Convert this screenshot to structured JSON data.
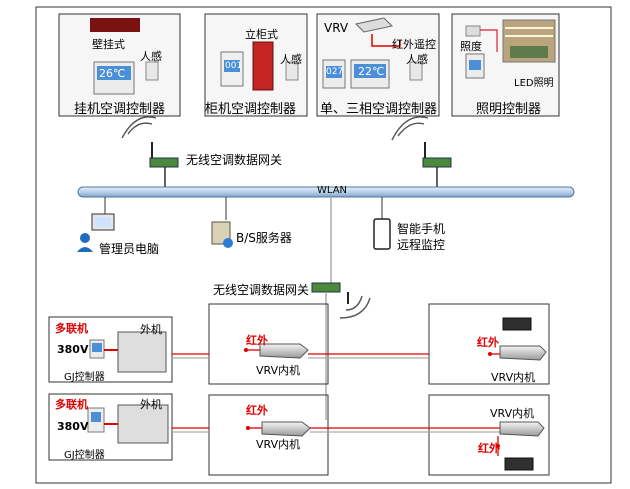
{
  "controllers": [
    {
      "title": "挂机空调控制器",
      "type_label": "壁挂式",
      "display": "26℃",
      "sensor": "人感"
    },
    {
      "title": "柜机空调控制器",
      "type_label": "立柜式",
      "display": "001",
      "sensor": "人感"
    },
    {
      "title": "单、三相空调控制器",
      "type_label": "VRV",
      "ir_label": "红外遥控",
      "display_small": "027",
      "display": "22℃",
      "sensor": "人感"
    },
    {
      "title": "照明控制器",
      "type_label": "照度",
      "light_label": "LED照明"
    }
  ],
  "network": {
    "gateway_label": "无线空调数据网关",
    "wlan_label": "WLAN",
    "admin_pc": "管理员电脑",
    "server": "B/S服务器",
    "phone_line1": "智能手机",
    "phone_line2": "远程监控"
  },
  "systems": [
    {
      "title": "多联机",
      "voltage": "380V",
      "controller": "GJ控制器",
      "outdoor": "外机",
      "ir1": "红外",
      "indoor1": "VRV内机",
      "ir2": "红外",
      "indoor2": "VRV内机"
    },
    {
      "title": "多联机",
      "voltage": "380V",
      "controller": "GJ控制器",
      "outdoor": "外机",
      "ir1": "红外",
      "indoor1": "VRV内机",
      "ir2": "红外",
      "indoor2": "VRV内机"
    }
  ],
  "colors": {
    "link_red": "#e00000",
    "panel_blue": "#4a8fd8",
    "wlan_bar": "#c9dcef"
  }
}
